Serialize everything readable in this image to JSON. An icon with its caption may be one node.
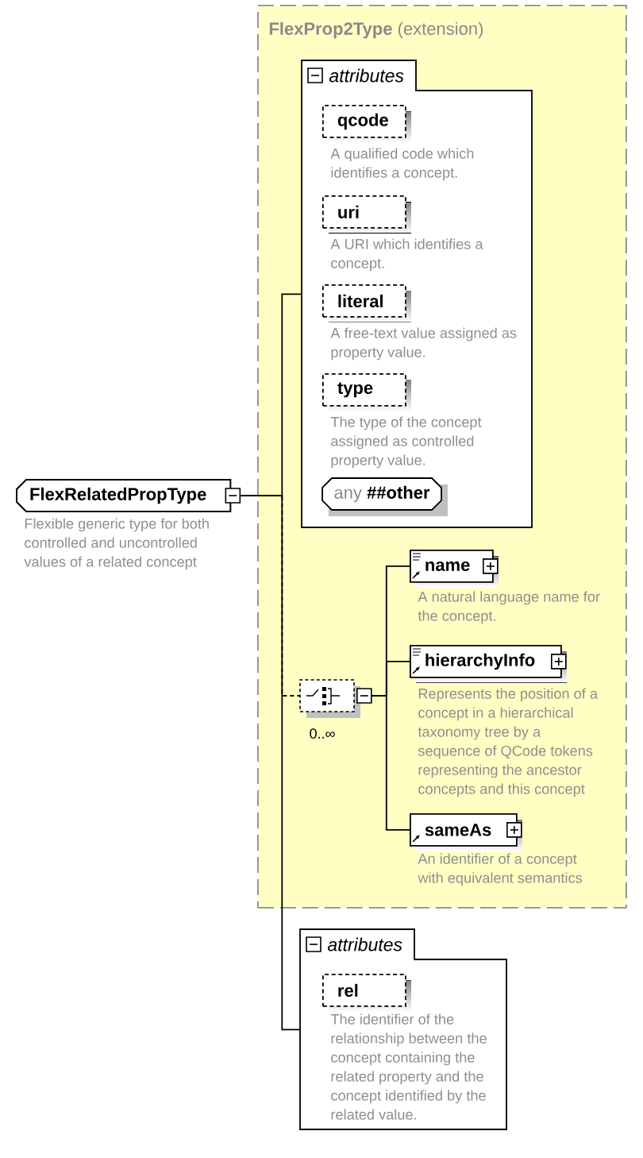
{
  "diagram": {
    "nodes": [
      {
        "text": [
          "FlexRelatedPropType"
        ],
        "beside": [
          "Flexible generic type for both controlled and uncontrolled values of a related concept"
        ]
      },
      {
        "text": [
          "**FlexProp2Type** (extension)"
        ]
      },
      {
        "text": [
          "attributes"
        ],
        "in": 1
      },
      {
        "text": [
          "qcode"
        ],
        "in": 2,
        "beside": [
          "A qualified code which identifies a concept."
        ]
      },
      {
        "text": [
          "uri"
        ],
        "in": 2,
        "beside": [
          "A URI which identifies a concept."
        ]
      },
      {
        "text": [
          "literal"
        ],
        "in": 2,
        "beside": [
          "A free-text value assigned as property value."
        ]
      },
      {
        "text": [
          "type"
        ],
        "in": 2,
        "beside": [
          "The type of the concept assigned as controlled property value."
        ]
      },
      {
        "text": [
          "any **##other**"
        ],
        "in": 2
      },
      {
        "text": [],
        "shape": "octagon",
        "in": 1,
        "beside": [
          "0..∞"
        ]
      },
      {
        "text": [
          "name"
        ],
        "in": 1,
        "beside": [
          "A natural language name for the concept."
        ]
      },
      {
        "text": [
          "hierarchyInfo"
        ],
        "in": 1,
        "beside": [
          "Represents the position of a concept in a hierarchical taxonomy tree by a sequence of QCode tokens representing the ancestor concepts and this concept"
        ]
      },
      {
        "text": [
          "sameAs"
        ],
        "in": 1,
        "beside": [
          "An identifier of a concept with equivalent semantics"
        ]
      },
      {
        "text": [
          "attributes"
        ]
      },
      {
        "text": [
          "rel"
        ],
        "in": 12,
        "beside": [
          "The identifier of the relationship between the concept containing the related property and the concept identified by the related value."
        ]
      }
    ],
    "edges": [
      {
        "from": 0,
        "to": 2,
        "arrow": "none"
      },
      {
        "from": 0,
        "to": 8,
        "arrow": "none",
        "style": "dashed"
      },
      {
        "from": 0,
        "to": 12,
        "arrow": "none"
      },
      {
        "from": 8,
        "to": 9,
        "arrow": "none"
      },
      {
        "from": 8,
        "to": 10,
        "arrow": "none"
      },
      {
        "from": 8,
        "to": 11,
        "arrow": "none"
      }
    ]
  }
}
